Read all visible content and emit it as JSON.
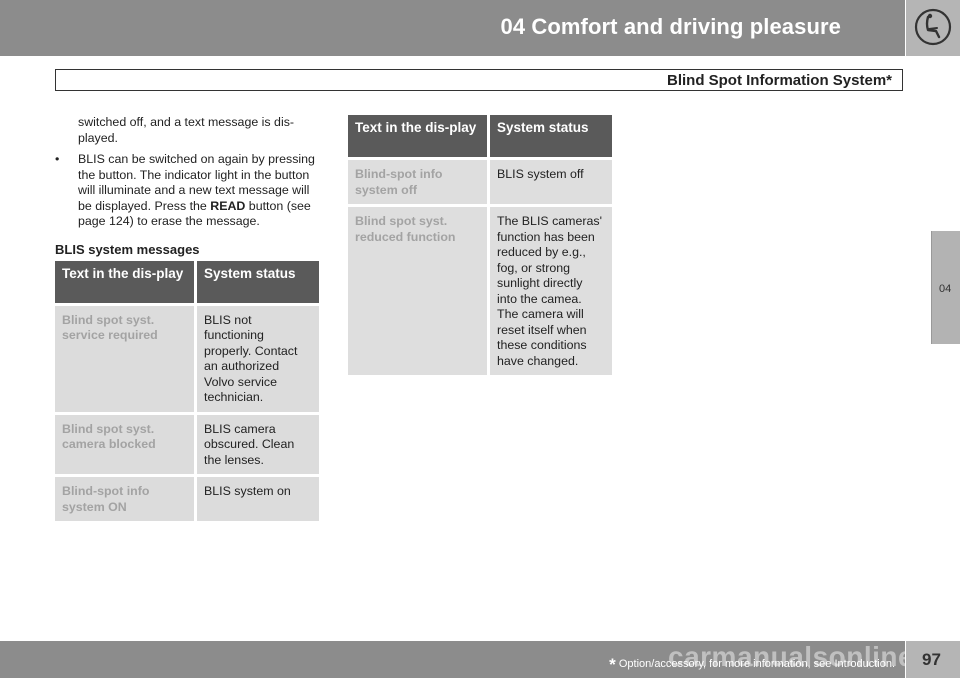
{
  "header": {
    "chapter_title": "04 Comfort and driving pleasure",
    "section_title": "Blind Spot Information System*",
    "icon": "seat-icon"
  },
  "side_tab": {
    "label": "04"
  },
  "body": {
    "continuation": "switched off, and a text message is dis-played.",
    "bullet": {
      "mark": "•",
      "text_before": "BLIS can be switched on again by pressing the button. The indicator light in the button will illuminate and a new text message will be displayed. Press the ",
      "bold": "READ",
      "text_after": " button (see page 124) to erase the message."
    },
    "subheading": "BLIS system messages"
  },
  "table_left": {
    "headers": [
      "Text in the dis-play",
      "System status"
    ],
    "rows": [
      {
        "display": "Blind spot syst. service required",
        "status": "BLIS not functioning properly. Contact an authorized Volvo service technician."
      },
      {
        "display": "Blind spot syst. camera blocked",
        "status": "BLIS camera obscured. Clean the lenses."
      },
      {
        "display": "Blind-spot info system ON",
        "status": "BLIS system on"
      }
    ]
  },
  "table_right": {
    "headers": [
      "Text in the dis-play",
      "System status"
    ],
    "rows": [
      {
        "display": "Blind-spot info system off",
        "status": "BLIS system off"
      },
      {
        "display": "Blind spot syst. reduced function",
        "status": "The BLIS cameras' function has been reduced by e.g., fog, or strong sunlight directly into the camea. The camera will reset itself when these conditions have changed."
      }
    ]
  },
  "footer": {
    "star": "*",
    "note": " Option/accessory, for more information, see Introduction.",
    "page_number": "97",
    "watermark": "carmanualsonline.info"
  },
  "colors": {
    "header_bar": "#8c8c8c",
    "table_header": "#5a5a5a",
    "table_cell": "#dcdcdc",
    "display_text": "#a3a3a3"
  }
}
